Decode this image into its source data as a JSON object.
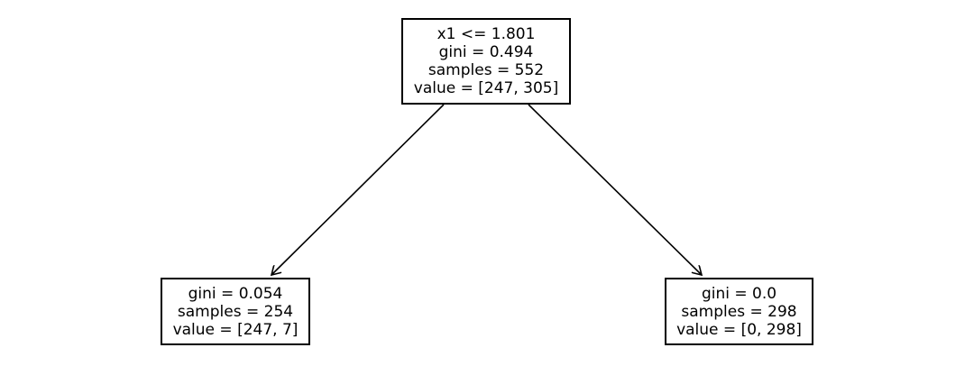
{
  "tree": {
    "root": {
      "condition": "x1 <= 1.801",
      "gini": "gini = 0.494",
      "samples": "samples = 552",
      "value": "value = [247, 305]"
    },
    "left": {
      "gini": "gini = 0.054",
      "samples": "samples = 254",
      "value": "value = [247, 7]"
    },
    "right": {
      "gini": "gini = 0.0",
      "samples": "samples = 298",
      "value": "value = [0, 298]"
    }
  },
  "colors": {
    "line": "#000000",
    "box_border": "#000000",
    "background": "#ffffff"
  }
}
